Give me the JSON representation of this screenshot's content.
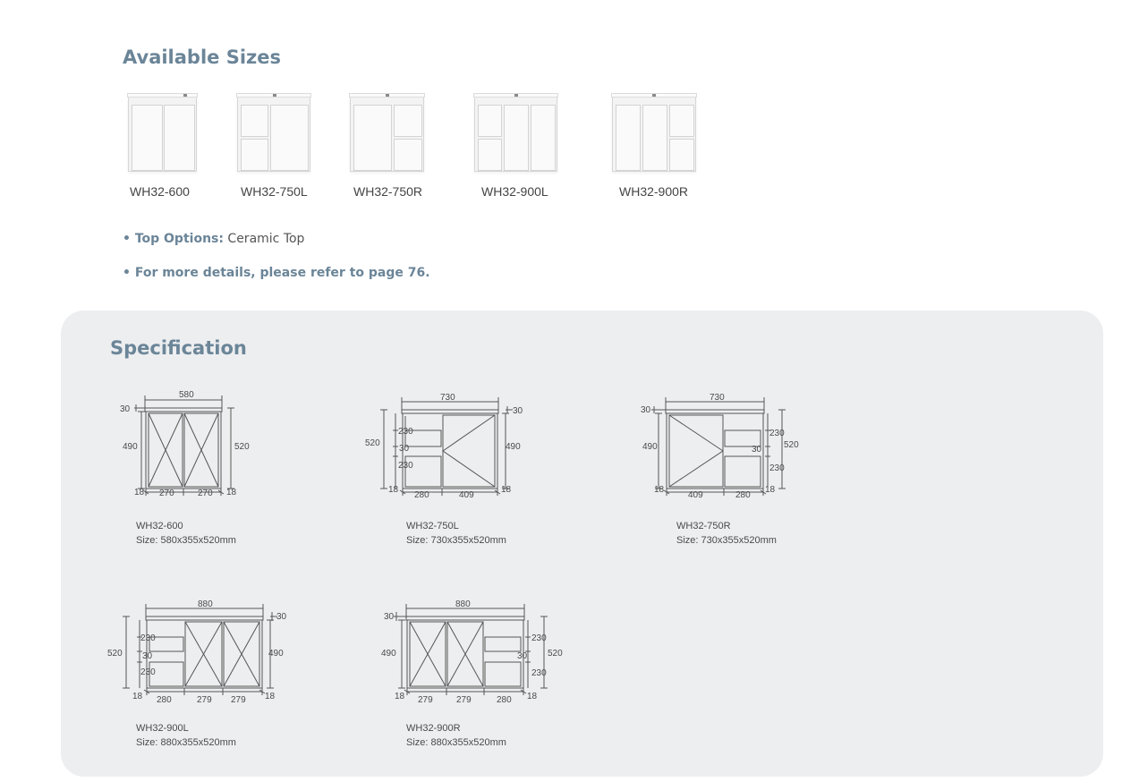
{
  "available_sizes": {
    "heading": "Available Sizes",
    "items": [
      {
        "label": "WH32-600"
      },
      {
        "label": "WH32-750L"
      },
      {
        "label": "WH32-750R"
      },
      {
        "label": "WH32-900L"
      },
      {
        "label": "WH32-900R"
      }
    ]
  },
  "top_options": {
    "label": "Top Options:",
    "value": "Ceramic Top"
  },
  "more_details": "For more details, please refer to page 76.",
  "specification": {
    "heading": "Specification",
    "drawings": [
      {
        "model": "WH32-600",
        "size": "Size: 580x355x520mm",
        "dims": {
          "width": "580",
          "depth": "30",
          "body": "490",
          "total": "520",
          "edge_l": "18",
          "door_l": "270",
          "door_r": "270",
          "edge_r": "18"
        }
      },
      {
        "model": "WH32-750L",
        "size": "Size: 730x355x520mm",
        "dims": {
          "width": "730",
          "depth": "30",
          "total": "520",
          "drawer_top": "230",
          "gap": "30",
          "drawer_bottom": "230",
          "body": "490",
          "edge_l": "18",
          "drawer_w": "280",
          "door_w": "409",
          "edge_r": "18"
        }
      },
      {
        "model": "WH32-750R",
        "size": "Size: 730x355x520mm",
        "dims": {
          "width": "730",
          "depth": "30",
          "body": "490",
          "drawer_top": "230",
          "gap": "30",
          "total": "520",
          "drawer_bottom": "230",
          "edge_l": "18",
          "door_w": "409",
          "drawer_w": "280",
          "edge_r": "18"
        }
      },
      {
        "model": "WH32-900L",
        "size": "Size: 880x355x520mm",
        "dims": {
          "width": "880",
          "depth": "30",
          "total": "520",
          "drawer_top": "230",
          "gap": "30",
          "drawer_bottom": "230",
          "body": "490",
          "edge_l": "18",
          "drawer_w": "280",
          "door_a": "279",
          "door_b": "279",
          "edge_r": "18"
        }
      },
      {
        "model": "WH32-900R",
        "size": "Size: 880x355x520mm",
        "dims": {
          "width": "880",
          "depth": "30",
          "body": "490",
          "drawer_top": "230",
          "gap": "30",
          "total": "520",
          "drawer_bottom": "230",
          "edge_l": "18",
          "door_a": "279",
          "door_b": "279",
          "drawer_w": "280",
          "edge_r": "18"
        }
      }
    ]
  },
  "colors": {
    "heading": "#6b8598",
    "panel": "#edeef0",
    "text": "#444444",
    "line": "#555555"
  }
}
